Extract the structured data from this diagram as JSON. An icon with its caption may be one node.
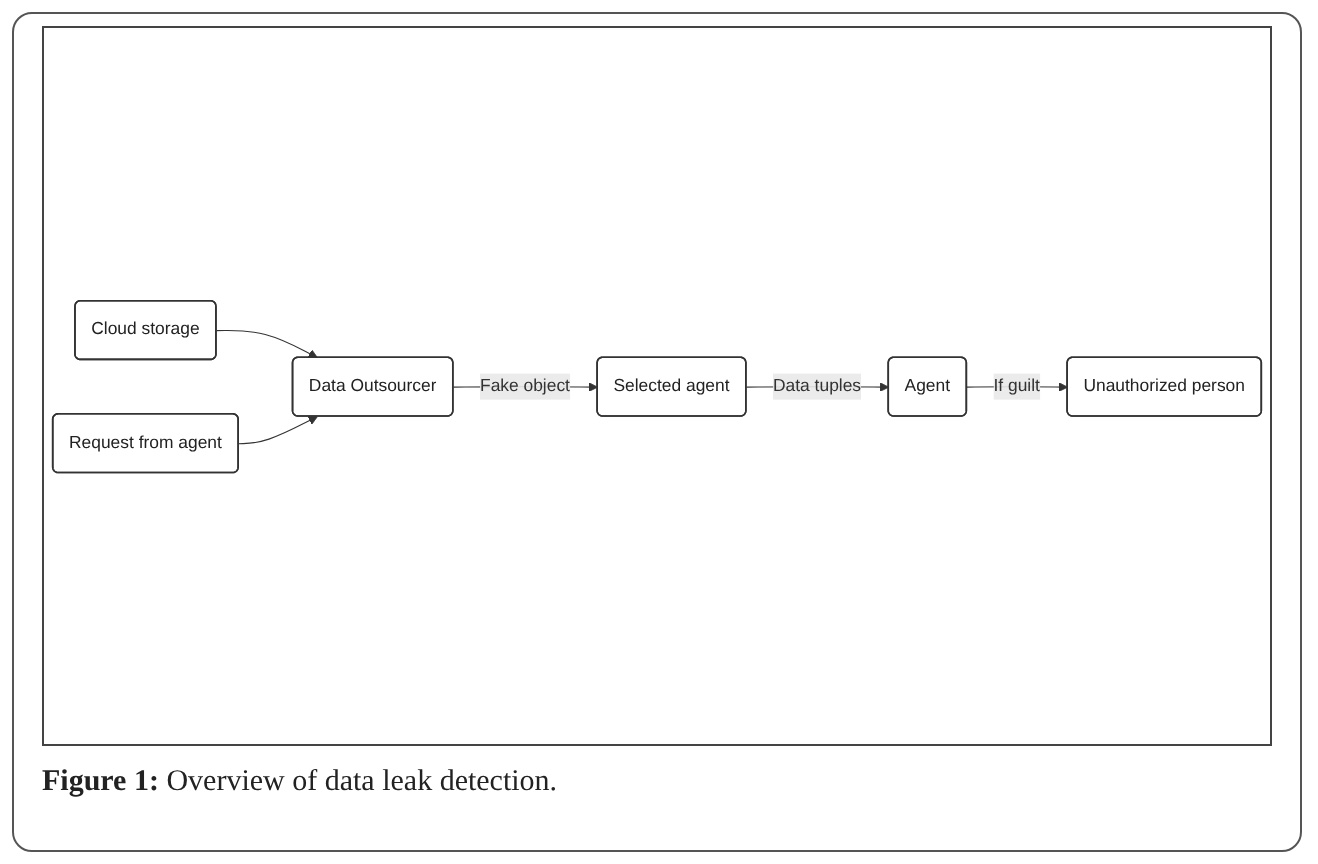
{
  "diagram": {
    "caption": "**Figure 1:** Overview of data leak detection.",
    "nodes": [
      {
        "text": [
          "Cloud storage"
        ]
      },
      {
        "text": [
          "Request from agent"
        ]
      },
      {
        "text": [
          "Data Outsourcer"
        ]
      },
      {
        "text": [
          "Selected agent"
        ]
      },
      {
        "text": [
          "Agent"
        ]
      },
      {
        "text": [
          "Unauthorized person"
        ]
      }
    ],
    "edges": [
      {
        "from": 0,
        "to": 2,
        "arrow": "to"
      },
      {
        "from": 1,
        "to": 2,
        "arrow": "to"
      },
      {
        "from": 2,
        "to": 3,
        "arrow": "to",
        "label": "Fake object"
      },
      {
        "from": 3,
        "to": 4,
        "arrow": "to",
        "label": "Data tuples"
      },
      {
        "from": 4,
        "to": 5,
        "arrow": "to",
        "label": "If guilt"
      }
    ]
  }
}
